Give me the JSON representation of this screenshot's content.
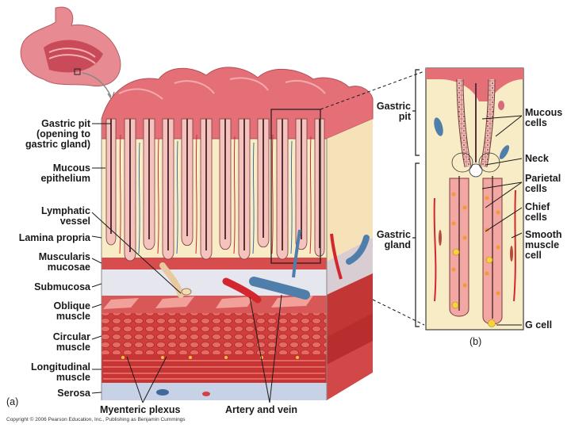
{
  "colors": {
    "mucosa_pink": "#e98a8f",
    "surface_pink": "#e46f77",
    "lamina_cream": "#f7ecc6",
    "muscle_red": "#cf3d3d",
    "vein_blue": "#4f7eab",
    "artery_red": "#d3272d",
    "submucosa": "#eaeaf0",
    "gland_cell_pink": "#f2a7a2",
    "chief_yellow": "#f6d23c",
    "parietal_orange": "#f2993a"
  },
  "labels_left": [
    "Gastric pit\n(opening to\ngastric gland)",
    "Mucous\nepithelium",
    "Lymphatic\nvessel",
    "Lamina propria",
    "Muscularis\nmucosae",
    "Submucosa",
    "Oblique\nmuscle",
    "Circular\nmuscle",
    "Longitudinal\nmuscle",
    "Serosa"
  ],
  "labels_bottom": [
    "Myenteric plexus",
    "Artery and vein"
  ],
  "labels_middle": [
    "Gastric\npit",
    "Gastric\ngland"
  ],
  "labels_right": [
    "Mucous\ncells",
    "Neck",
    "Parietal\ncells",
    "Chief\ncells",
    "Smooth\nmuscle\ncell",
    "G cell"
  ],
  "panel_tags": {
    "a": "(a)",
    "b": "(b)"
  },
  "copyright": "Copyright © 2006 Pearson Education, Inc., Publishing as Benjamin Cummings"
}
